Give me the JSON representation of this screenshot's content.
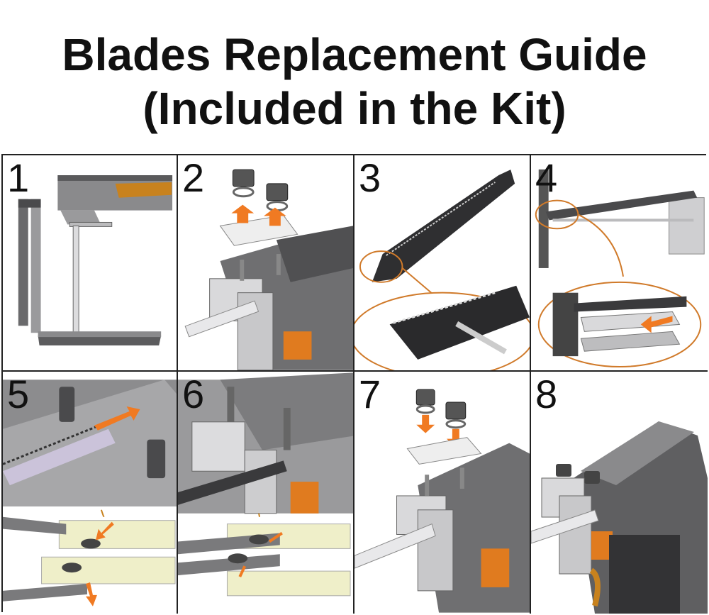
{
  "page": {
    "title_line1": "Blades Replacement Guide",
    "title_line2": "(Included in the Kit)"
  },
  "steps": [
    {
      "number": "1"
    },
    {
      "number": "2"
    },
    {
      "number": "3"
    },
    {
      "number": "4"
    },
    {
      "number": "5"
    },
    {
      "number": "6"
    },
    {
      "number": "7"
    },
    {
      "number": "8"
    }
  ],
  "colors": {
    "accent": "#f07a22",
    "tool_body": "#8a8a8c",
    "tool_dark": "#3a3a3c",
    "guide_plate": "#efefc9",
    "border": "#222222"
  }
}
